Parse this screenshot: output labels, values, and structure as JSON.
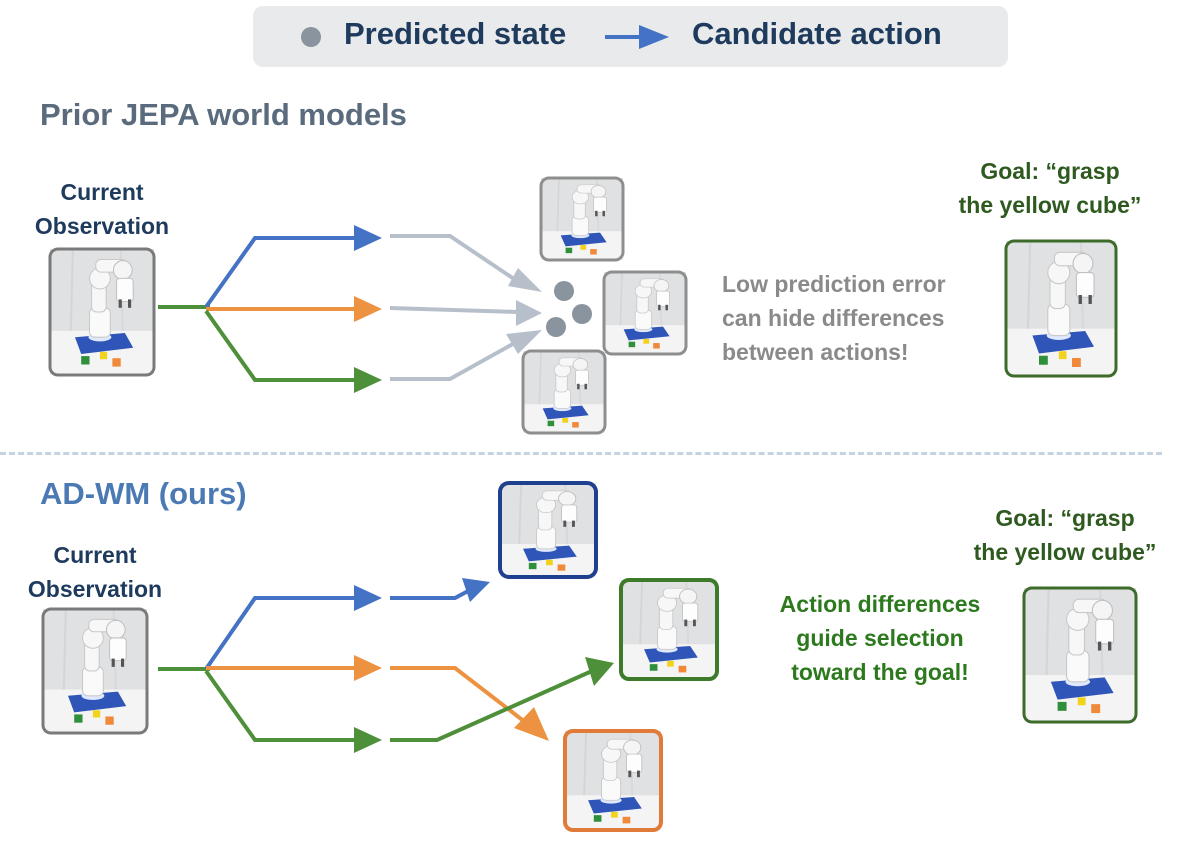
{
  "legend": {
    "state_label": "Predicted state",
    "action_label": "Candidate action"
  },
  "top": {
    "title": "Prior JEPA world models",
    "observation_line1": "Current",
    "observation_line2": "Observation",
    "goal_line1": "Goal: “grasp",
    "goal_line2": "the yellow cube”",
    "note_line1": "Low prediction error",
    "note_line2": "can hide differences",
    "note_line3": "between actions!"
  },
  "bottom": {
    "title": "AD-WM (ours)",
    "observation_line1": "Current",
    "observation_line2": "Observation",
    "goal_line1": "Goal: “grasp",
    "goal_line2": "the yellow cube”",
    "note_line1": "Action differences",
    "note_line2": "guide selection",
    "note_line3": "toward the goal!"
  },
  "colors": {
    "blue_action": "#4472c4",
    "orange_action": "#ed9240",
    "green_action": "#4e8f3a",
    "state_gray": "#8a949e",
    "arrow_gray": "#b7c0ca",
    "title_gray": "#5a6b7d",
    "title_blue": "#4a79b4",
    "navy": "#1e3a5c",
    "goal_green": "#2e5a1f",
    "note_gray": "#8a8a8a",
    "note_green": "#2d7a1e"
  }
}
